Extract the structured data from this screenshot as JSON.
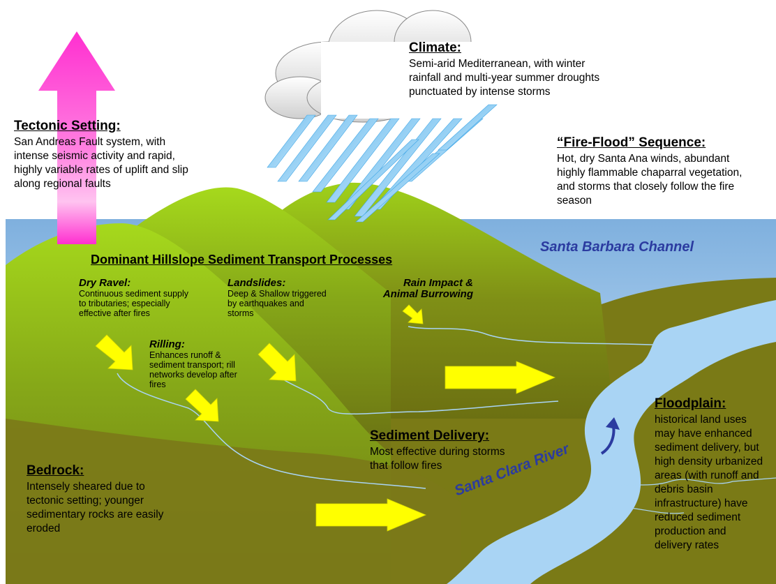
{
  "tectonic": {
    "heading": "Tectonic Setting:",
    "text": "San Andreas Fault system, with intense seismic activity and rapid, highly variable rates of uplift and slip along regional faults"
  },
  "climate": {
    "heading": "Climate:",
    "text": "Semi-arid Mediterranean, with winter rainfall and multi-year summer droughts punctuated by intense storms"
  },
  "fire_flood": {
    "heading": "“Fire-Flood” Sequence:",
    "text": "Hot, dry Santa Ana winds, abundant highly flammable chaparral vegetation, and storms that closely follow the fire season"
  },
  "channel_label": "Santa Barbara Channel",
  "river_label": "Santa Clara River",
  "processes": {
    "title": "Dominant Hillslope Sediment Transport Processes",
    "dry_ravel": {
      "heading": "Dry Ravel:",
      "text": "Continuous sediment supply to tributaries; especially effective after fires"
    },
    "landslides": {
      "heading": "Landslides:",
      "text": "Deep & Shallow triggered by earthquakes and storms"
    },
    "rain_impact": {
      "heading_line1": "Rain Impact &",
      "heading_line2": "Animal Burrowing"
    },
    "rilling": {
      "heading": "Rilling:",
      "text": "Enhances runoff & sediment transport; rill networks develop after fires"
    }
  },
  "sediment_delivery": {
    "heading": "Sediment Delivery:",
    "text": "Most effective during storms that follow fires"
  },
  "bedrock": {
    "heading": "Bedrock:",
    "text": "Intensely sheared due to tectonic setting; younger sedimentary rocks are easily eroded"
  },
  "floodplain": {
    "heading": "Floodplain:",
    "text": "historical land uses may have enhanced sediment delivery, but high density urbanized areas (with runoff and debris basin infrastructure) have reduced sediment production and delivery rates"
  },
  "colors": {
    "sea": "#8fbde6",
    "hill_light": "#9ccc1c",
    "hill_dark": "#6b7a10",
    "plain": "#7d7c1a",
    "river": "#a9d4f4",
    "arrow_yellow": "#ffff00",
    "arrow_magenta": "#ff3dcf",
    "label_blue": "#2b3ba0"
  }
}
